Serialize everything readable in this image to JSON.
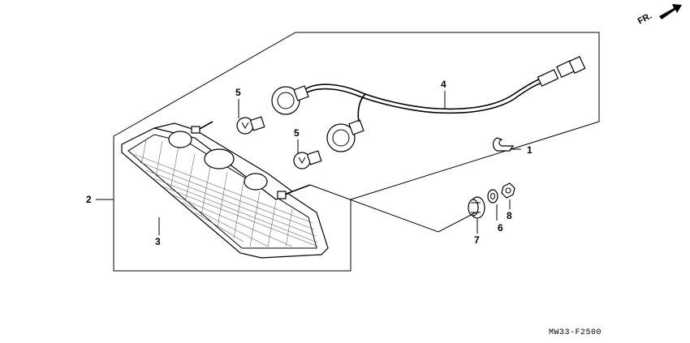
{
  "direction_label": "FR.",
  "diagram_code": "MW33-F2500",
  "callouts": {
    "c1": "1",
    "c2": "2",
    "c3": "3",
    "c4": "4",
    "c5a": "5",
    "c5b": "5",
    "c6": "6",
    "c7": "7",
    "c8": "8"
  }
}
